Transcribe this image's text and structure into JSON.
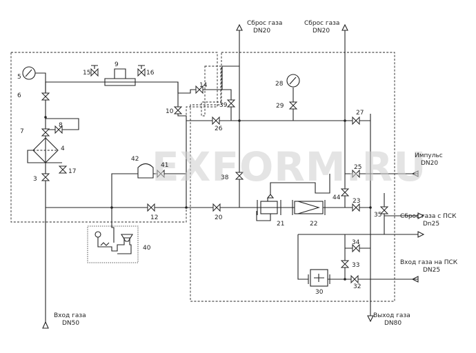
{
  "labels": {
    "gas_vent_left": "Сброс газа",
    "gas_vent_left_dn": "DN20",
    "gas_vent_right": "Сброс газа",
    "gas_vent_right_dn": "DN20",
    "impulse": "Импульс",
    "impulse_dn": "DN20",
    "vent_psk": "Сброс газа с ПСК",
    "vent_psk_dn": "Dn25",
    "inlet_psk": "Вход газа на ПСК",
    "inlet_psk_dn": "DN25",
    "gas_inlet": "Вход газа",
    "gas_inlet_dn": "DN50",
    "gas_outlet": "Выход газа",
    "gas_outlet_dn": "DN80"
  },
  "numbers": {
    "n3": "3",
    "n4": "4",
    "n5": "5",
    "n6": "6",
    "n7": "7",
    "n8": "8",
    "n9": "9",
    "n10": "10",
    "n12": "12",
    "n14": "14",
    "n15": "15",
    "n16": "16",
    "n17": "17",
    "n20": "20",
    "n21": "21",
    "n22": "22",
    "n23": "23",
    "n25": "25",
    "n26": "26",
    "n27": "27",
    "n28": "28",
    "n29": "29",
    "n30": "30",
    "n32": "32",
    "n33": "33",
    "n34": "34",
    "n35": "35",
    "n38": "38",
    "n39": "39",
    "n40": "40",
    "n41": "41",
    "n42": "42",
    "n44": "44"
  },
  "watermark": "EXFORM.RU"
}
